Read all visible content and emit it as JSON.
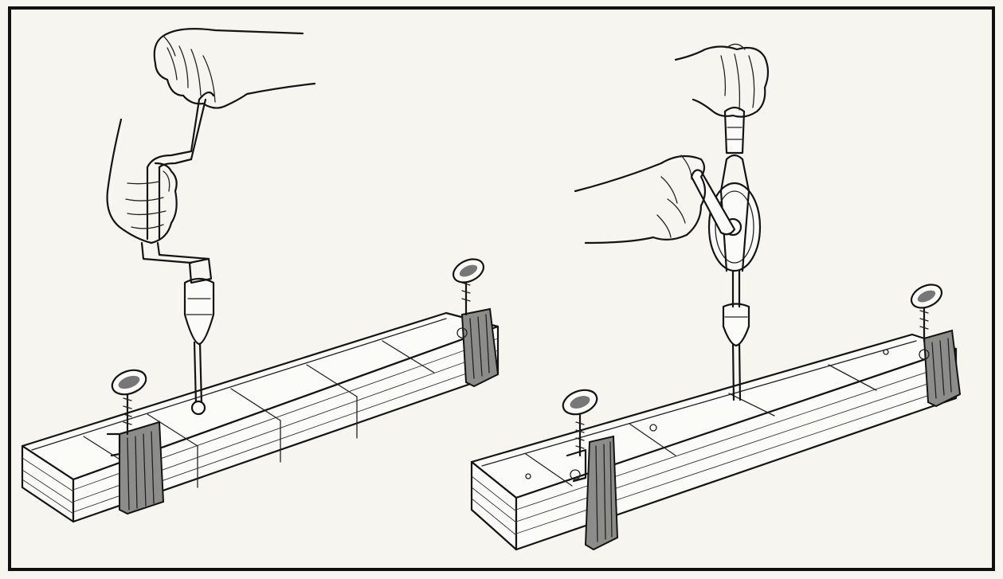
{
  "figure": {
    "panels": [
      {
        "tool": "brace-and-bit",
        "action": "boring-holes-in-clamped-beam"
      },
      {
        "tool": "hand-drill",
        "action": "drilling-holes-in-clamped-beam"
      }
    ],
    "colors": {
      "ink": "#141414",
      "paper": "#f6f5f0",
      "clamp_metal": "#8c8c88"
    }
  }
}
